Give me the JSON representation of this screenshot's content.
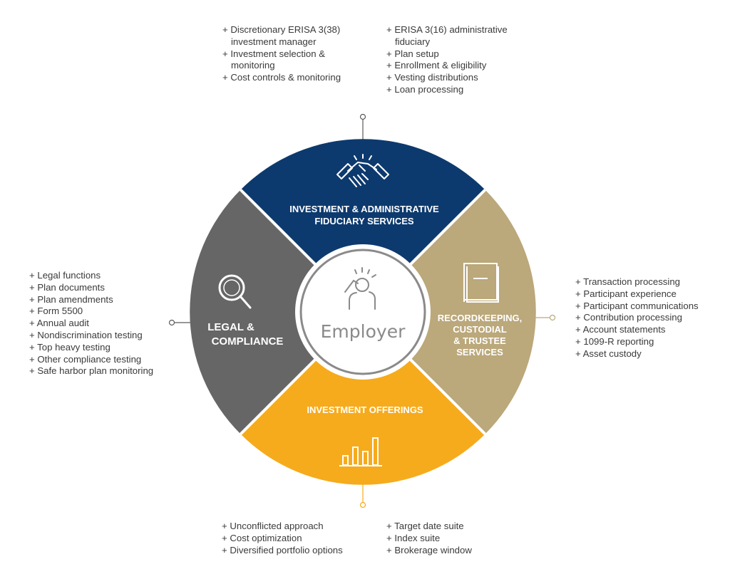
{
  "center": {
    "label": "Employer"
  },
  "segments": {
    "top": {
      "lines": [
        "INVESTMENT & ADMINISTRATIVE",
        "FIDUCIARY SERVICES"
      ],
      "icon": "handshake-icon",
      "color": "#0d3a6e"
    },
    "right": {
      "lines": [
        "RECORDKEEPING,",
        "CUSTODIAL",
        "& TRUSTEE",
        "SERVICES"
      ],
      "icon": "document-icon",
      "color": "#bba87b"
    },
    "bottom": {
      "lines": [
        "INVESTMENT OFFERINGS"
      ],
      "icon": "bar-chart-icon",
      "color": "#f6ab1c"
    },
    "left": {
      "lines": [
        "LEGAL &",
        "COMPLIANCE"
      ],
      "icon": "magnifier-icon",
      "color": "#666666"
    }
  },
  "lists": {
    "top_left": [
      "Discretionary ERISA 3(38) investment manager",
      "Investment selection & monitoring",
      "Cost controls & monitoring"
    ],
    "top_right": [
      "ERISA 3(16) administrative fiduciary",
      "Plan setup",
      "Enrollment & eligibility",
      "Vesting distributions",
      "Loan processing"
    ],
    "right": [
      "Transaction processing",
      "Participant experience",
      "Participant communications",
      "Contribution processing",
      "Account statements",
      "1099-R reporting",
      "Asset custody"
    ],
    "left": [
      "Legal functions",
      "Plan documents",
      "Plan amendments",
      "Form 5500",
      "Annual audit",
      "Nondiscrimination testing",
      "Top heavy testing",
      "Other compliance testing",
      "Safe harbor plan monitoring"
    ],
    "bottom_left": [
      "Unconflicted approach",
      "Cost optimization",
      "Diversified portfolio options"
    ],
    "bottom_right": [
      "Target date suite",
      "Index suite",
      "Brokerage window"
    ]
  }
}
